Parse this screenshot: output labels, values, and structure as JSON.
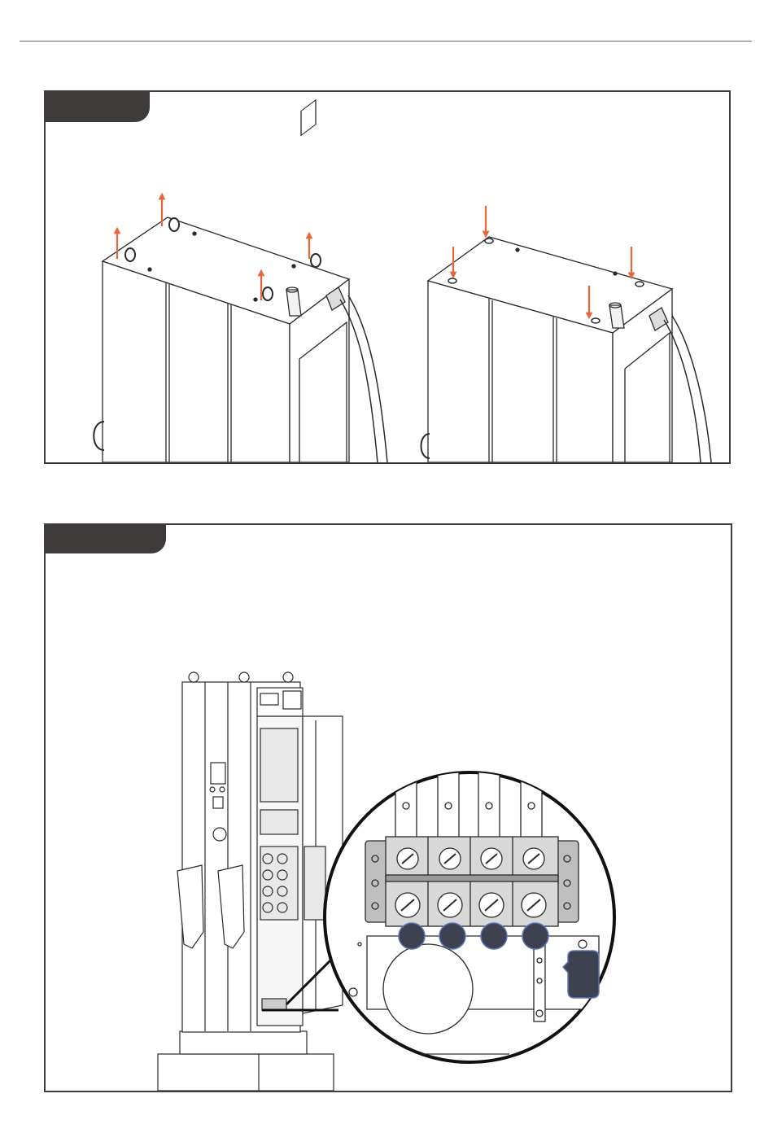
{
  "colors": {
    "frame": "#3d3d3d",
    "tab": "#3e3a39",
    "lift_arrow": "#e8673a",
    "callout_fill": "#3e4250",
    "callout_stroke": "#5a77b8",
    "line": "#2a2a2a"
  },
  "panel_top": {
    "tab_text": "",
    "lift_arrows": [
      "up",
      "up",
      "up",
      "up"
    ],
    "install_arrows": [
      "down",
      "down",
      "down",
      "down"
    ],
    "icons": [
      "eyebolt-icon",
      "lift-arrow-icon",
      "bolt-down-arrow-icon",
      "cable-gland-icon"
    ]
  },
  "panel_bottom": {
    "tab_text": "",
    "callout_markers": [
      "",
      "",
      "",
      ""
    ],
    "ground_marker": "",
    "icons": [
      "terminal-block-icon",
      "ground-bar-icon",
      "magnifier-circle-icon"
    ]
  }
}
